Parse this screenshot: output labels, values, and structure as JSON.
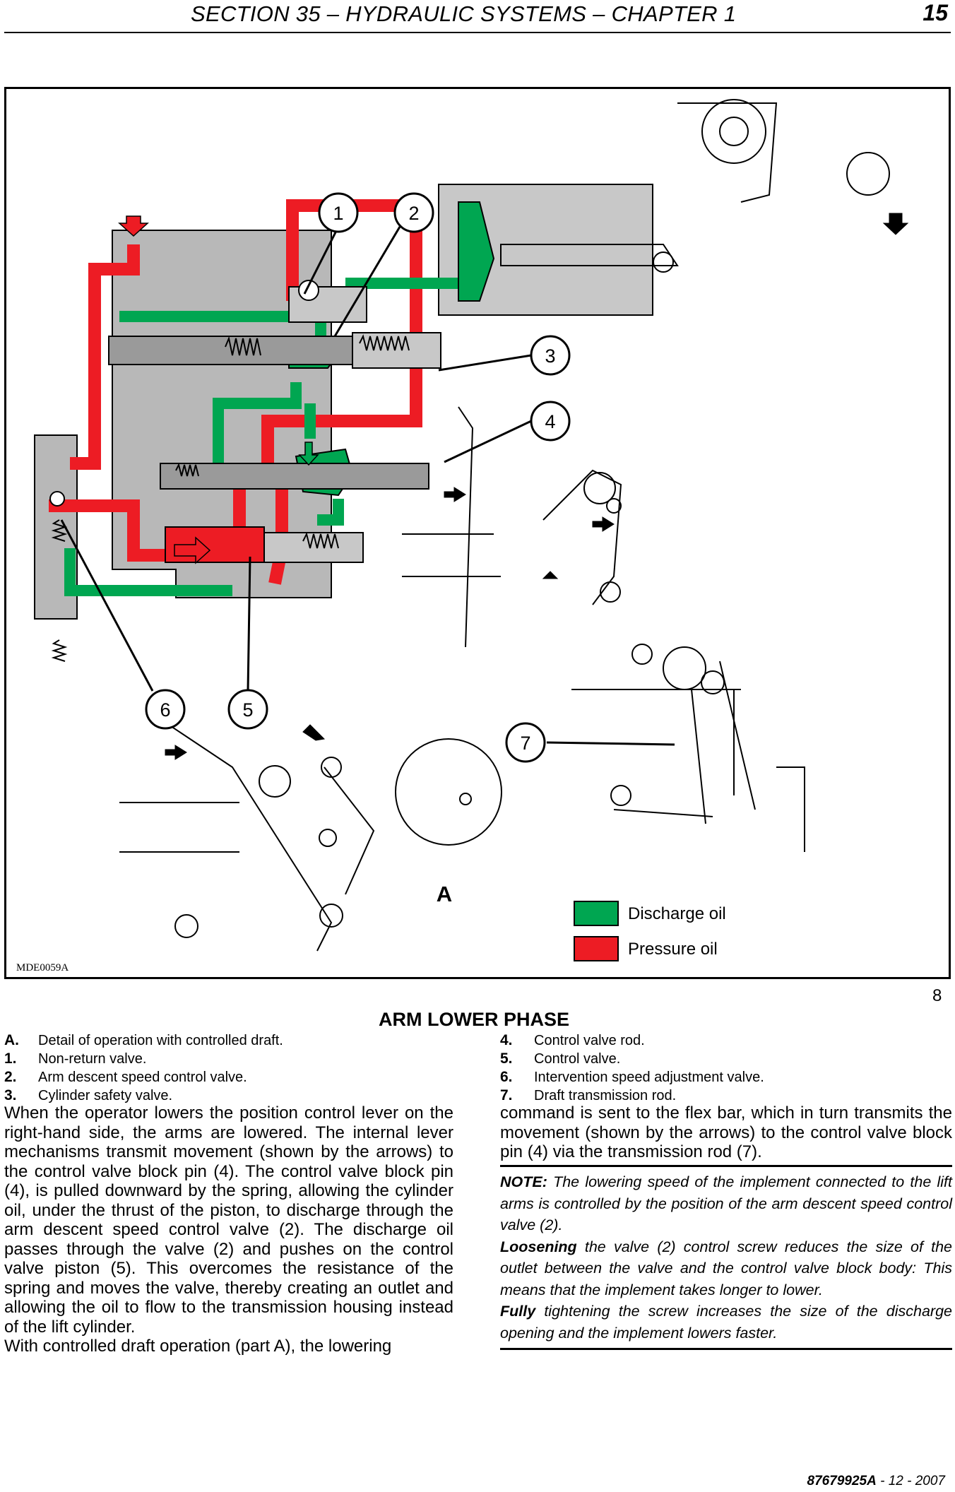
{
  "header": {
    "title": "SECTION 35 – HYDRAULIC SYSTEMS – CHAPTER 1",
    "page_number": "15"
  },
  "figure": {
    "code": "MDE0059A",
    "part_label": "A",
    "callouts": [
      "1",
      "2",
      "3",
      "4",
      "5",
      "6",
      "7"
    ],
    "legend": {
      "discharge": {
        "label": "Discharge oil",
        "color": "#00a651"
      },
      "pressure": {
        "label": "Pressure oil",
        "color": "#ed1c24"
      }
    },
    "number": "8"
  },
  "section_title": "ARM LOWER PHASE",
  "legend_items_left": [
    {
      "key": "A.",
      "text": "Detail of operation with controlled draft."
    },
    {
      "key": "1.",
      "text": "Non-return valve."
    },
    {
      "key": "2.",
      "text": "Arm descent speed control valve."
    },
    {
      "key": "3.",
      "text": "Cylinder safety valve."
    }
  ],
  "legend_items_right": [
    {
      "key": "4.",
      "text": "Control valve rod."
    },
    {
      "key": "5.",
      "text": "Control valve."
    },
    {
      "key": "6.",
      "text": "Intervention speed adjustment valve."
    },
    {
      "key": "7.",
      "text": "Draft transmission rod."
    }
  ],
  "body": {
    "left_p1": "When the operator lowers the position control lever on the right-hand side, the arms are lowered. The internal lever mechanisms transmit movement (shown by the arrows) to the control valve block pin (4). The control valve block pin (4), is pulled downward by the spring, allowing the cylinder oil, under the thrust of the piston, to discharge through the arm descent speed control valve (2). The discharge oil passes through the valve (2) and pushes on the control valve piston (5). This overcomes the resistance of the spring and moves the valve, thereby creating an outlet and allowing the oil to flow to the transmission housing instead of the lift cylinder.",
    "left_p2": "With controlled draft operation (part A), the lowering",
    "right_p1": "command is sent to the flex bar, which in turn transmits the movement (shown by the arrows) to the control valve block pin (4) via the transmission rod (7).",
    "note_label": "NOTE:",
    "note_text": " The lowering speed of the implement connected to the lift arms is controlled by the position of the arm descent speed control valve (2).",
    "loosening_label": "Loosening",
    "loosening_text": " the valve  (2) control screw reduces the size of the outlet between the valve and the control valve block body: This means that the implement takes longer to lower.",
    "fully_label": "Fully",
    "fully_text": " tightening the screw increases the size of the discharge opening and the implement lowers faster."
  },
  "footer": {
    "doc_code": "87679925A",
    "separator_1": " - 12 - ",
    "year": "2007"
  }
}
